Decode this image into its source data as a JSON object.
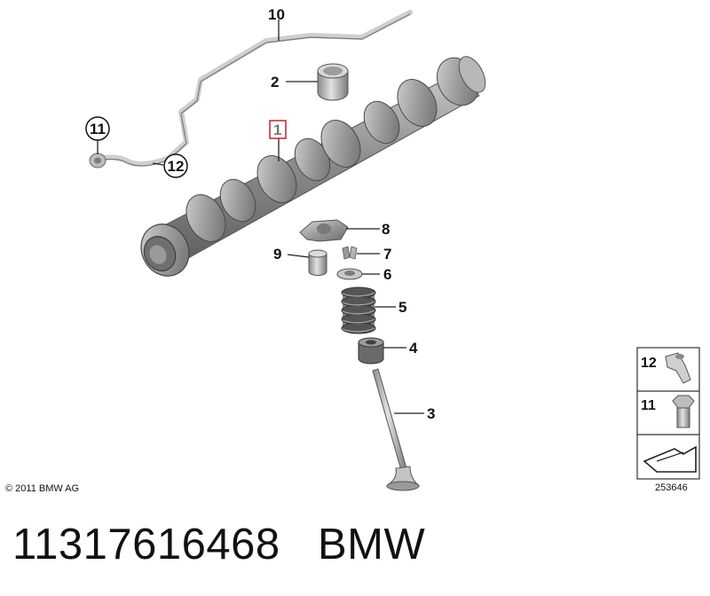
{
  "callouts": {
    "c1": "1",
    "c2": "2",
    "c3": "3",
    "c4": "4",
    "c5": "5",
    "c6": "6",
    "c7": "7",
    "c8": "8",
    "c9": "9",
    "c10": "10",
    "c11": "11",
    "c12": "12"
  },
  "side_panel": {
    "item12": "12",
    "item11": "11",
    "diagram_number": "253646"
  },
  "copyright": "© 2011 BMW AG",
  "part_number": "11317616468",
  "brand": "BMW",
  "colors": {
    "highlight_box": "#c8202f",
    "part_gray": "#8a8a8a",
    "line": "#222222"
  }
}
